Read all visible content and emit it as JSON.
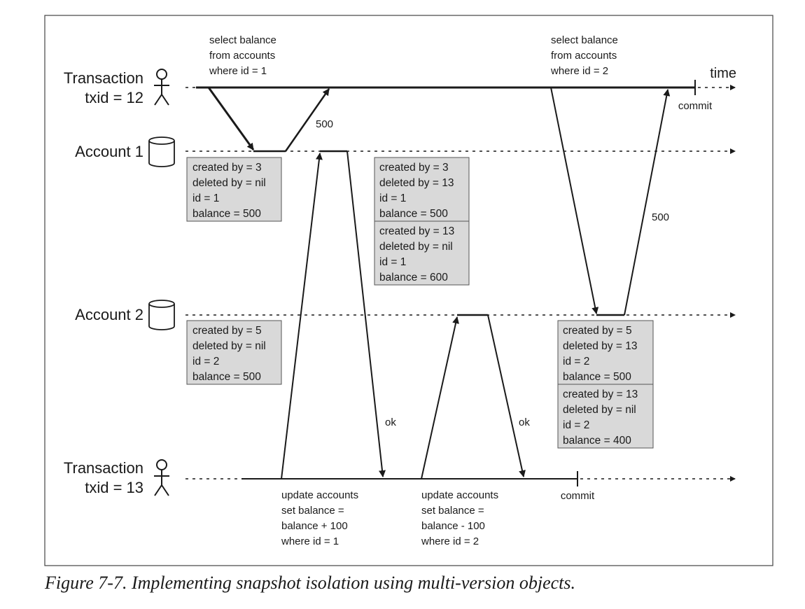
{
  "lanes": {
    "tx12": {
      "line1": "Transaction",
      "line2": "txid = 12"
    },
    "acct1": {
      "label": "Account 1"
    },
    "acct2": {
      "label": "Account 2"
    },
    "tx13": {
      "line1": "Transaction",
      "line2": "txid = 13"
    }
  },
  "time_label": "time",
  "commit_label": "commit",
  "queries": {
    "select1": [
      "select balance",
      "from accounts",
      "where id = 1"
    ],
    "select2": [
      "select balance",
      "from accounts",
      "where id = 2"
    ],
    "update1": [
      "update accounts",
      "set balance =",
      "balance + 100",
      "where id = 1"
    ],
    "update2": [
      "update accounts",
      "set balance =",
      "balance - 100",
      "where id = 2"
    ]
  },
  "responses": {
    "r500_a": "500",
    "r500_b": "500",
    "ok_a": "ok",
    "ok_b": "ok"
  },
  "records": {
    "a1_initial": [
      "created by = 3",
      "deleted by = nil",
      "id = 1",
      "balance = 500"
    ],
    "a1_old": [
      "created by = 3",
      "deleted by = 13",
      "id = 1",
      "balance = 500"
    ],
    "a1_new": [
      "created by = 13",
      "deleted by = nil",
      "id = 1",
      "balance = 600"
    ],
    "a2_initial": [
      "created by = 5",
      "deleted by = nil",
      "id = 2",
      "balance = 500"
    ],
    "a2_old": [
      "created by = 5",
      "deleted by = 13",
      "id = 2",
      "balance = 500"
    ],
    "a2_new": [
      "created by = 13",
      "deleted by = nil",
      "id = 2",
      "balance = 400"
    ]
  },
  "caption": "Figure 7-7. Implementing snapshot isolation using multi-version objects.",
  "colors": {
    "record_fill": "#d9d9d9",
    "ink": "#1a1a1a",
    "frame": "#444444"
  }
}
